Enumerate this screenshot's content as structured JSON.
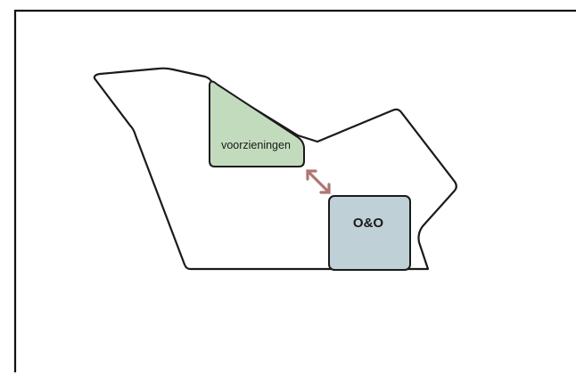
{
  "diagram": {
    "zones": [
      {
        "id": "voorzieningen",
        "label": "voorzieningen",
        "fill": "#c3dbbd",
        "stroke": "#1a1a1a"
      },
      {
        "id": "oeno",
        "label": "O&O",
        "fill": "#bfd0d7",
        "stroke": "#1a1a1a"
      }
    ],
    "outline_stroke": "#1a1a1a",
    "frame_stroke": "#111111",
    "connector": {
      "from": "voorzieningen",
      "to": "oeno",
      "color": "#b07575",
      "type": "double-arrow"
    }
  }
}
